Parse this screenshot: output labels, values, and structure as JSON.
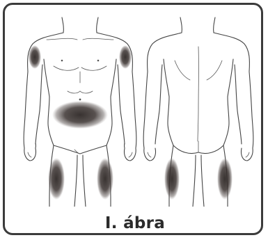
{
  "caption": "I. ábra",
  "figure": {
    "views": [
      "front",
      "back"
    ],
    "highlighted_regions": [
      "front-left-upper-arm",
      "front-right-upper-arm",
      "front-abdomen",
      "front-left-thigh",
      "front-right-thigh",
      "back-left-thigh",
      "back-right-thigh"
    ],
    "shade_color": "#3a3230"
  }
}
